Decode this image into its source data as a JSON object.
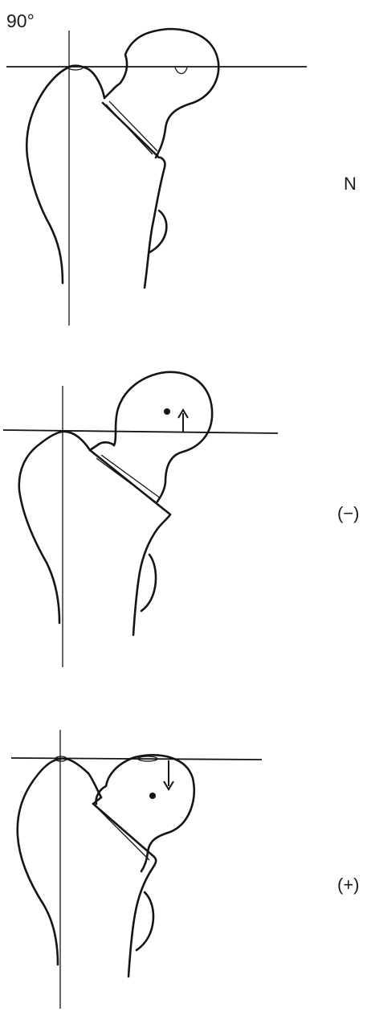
{
  "diagram": {
    "angle_label": "90°",
    "panels": [
      {
        "label": "N",
        "marker": "none"
      },
      {
        "label": "(−)",
        "marker": "arrow-up"
      },
      {
        "label": "(+)",
        "marker": "arrow-down"
      }
    ]
  },
  "colors": {
    "ink": "#151515",
    "background": "#ffffff"
  }
}
